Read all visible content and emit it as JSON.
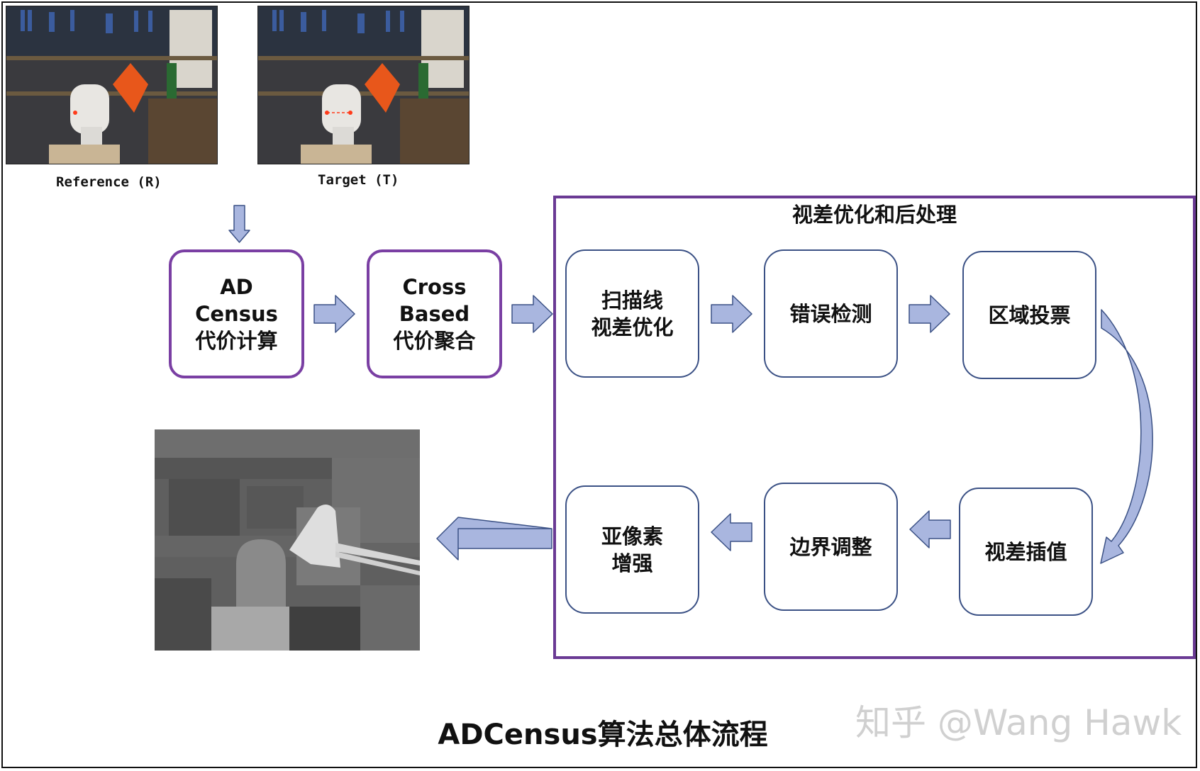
{
  "images": {
    "reference_caption": "Reference (R)",
    "target_caption": "Target (T)"
  },
  "pipeline": {
    "ad_census": [
      "AD",
      "Census",
      "代价计算"
    ],
    "cross_based": [
      "Cross",
      "Based",
      "代价聚合"
    ]
  },
  "postprocess": {
    "title": "视差优化和后处理",
    "scanline": [
      "扫描线",
      "视差优化"
    ],
    "error_detect": [
      "错误检测"
    ],
    "region_vote": [
      "区域投票"
    ],
    "interpolation": [
      "视差插值"
    ],
    "boundary": [
      "边界调整"
    ],
    "subpixel": [
      "亚像素",
      "增强"
    ]
  },
  "title": "ADCensus算法总体流程",
  "watermark": "知乎 @Wang Hawk",
  "colors": {
    "primary_border": "#7a3fa3",
    "sub_border": "#3b5185",
    "arrow_fill": "#a9b6df",
    "arrow_stroke": "#3b5185"
  }
}
